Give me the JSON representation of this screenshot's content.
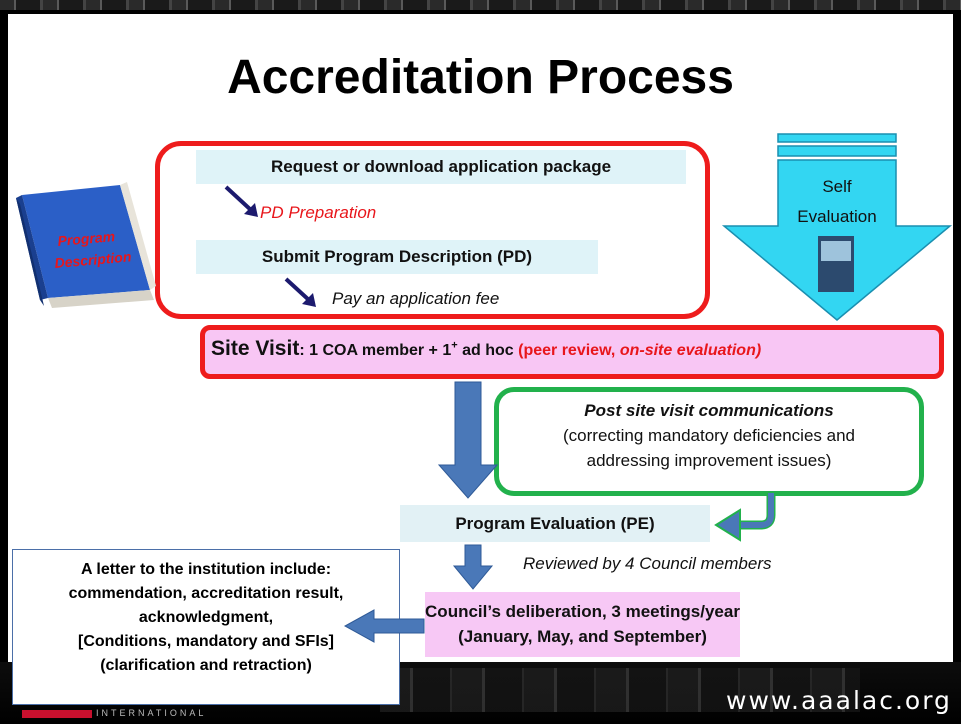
{
  "title": "Accreditation Process",
  "steps": {
    "request": "Request or download application package",
    "pd_prep": "PD Preparation",
    "submit": "Submit Program Description (PD)",
    "pay": "Pay an application fee"
  },
  "binder": {
    "line1": "Program",
    "line2": "Description"
  },
  "self_eval": {
    "line1": "Self",
    "line2": "Evaluation"
  },
  "site_visit": {
    "label": "Site Visit",
    "detail_pre": ": 1 COA member +  1",
    "superscript": "+",
    "detail_post": " ad hoc ",
    "peer_open": "(peer review, ",
    "onsite": "on-site evaluation)"
  },
  "post_visit": {
    "title": "Post site visit communications",
    "line1": "(correcting mandatory deficiencies and",
    "line2": "addressing improvement issues)"
  },
  "program_eval": "Program Evaluation (PE)",
  "reviewed": "Reviewed by 4 Council members",
  "council": {
    "line1": "Council’s deliberation, 3 meetings/year",
    "line2": "(January, May, and September)"
  },
  "letter": {
    "line1": "A letter to the institution include:",
    "line2": "commendation, accreditation result,",
    "line3": "acknowledgment,",
    "line4": "[Conditions, mandatory and SFIs]",
    "line5": "(clarification and retraction)"
  },
  "footer": {
    "org": "INTERNATIONAL",
    "url": "www.aaalac.org"
  },
  "colors": {
    "red_border": "#ee1c1c",
    "green_border": "#22b14c",
    "pink_fill": "#f8c6f4",
    "band_fill": "#dff3f8",
    "cyan_arrow": "#33d6f2",
    "blue_arrow": "#4a78b8",
    "navy_arrow": "#1c1a6e"
  }
}
